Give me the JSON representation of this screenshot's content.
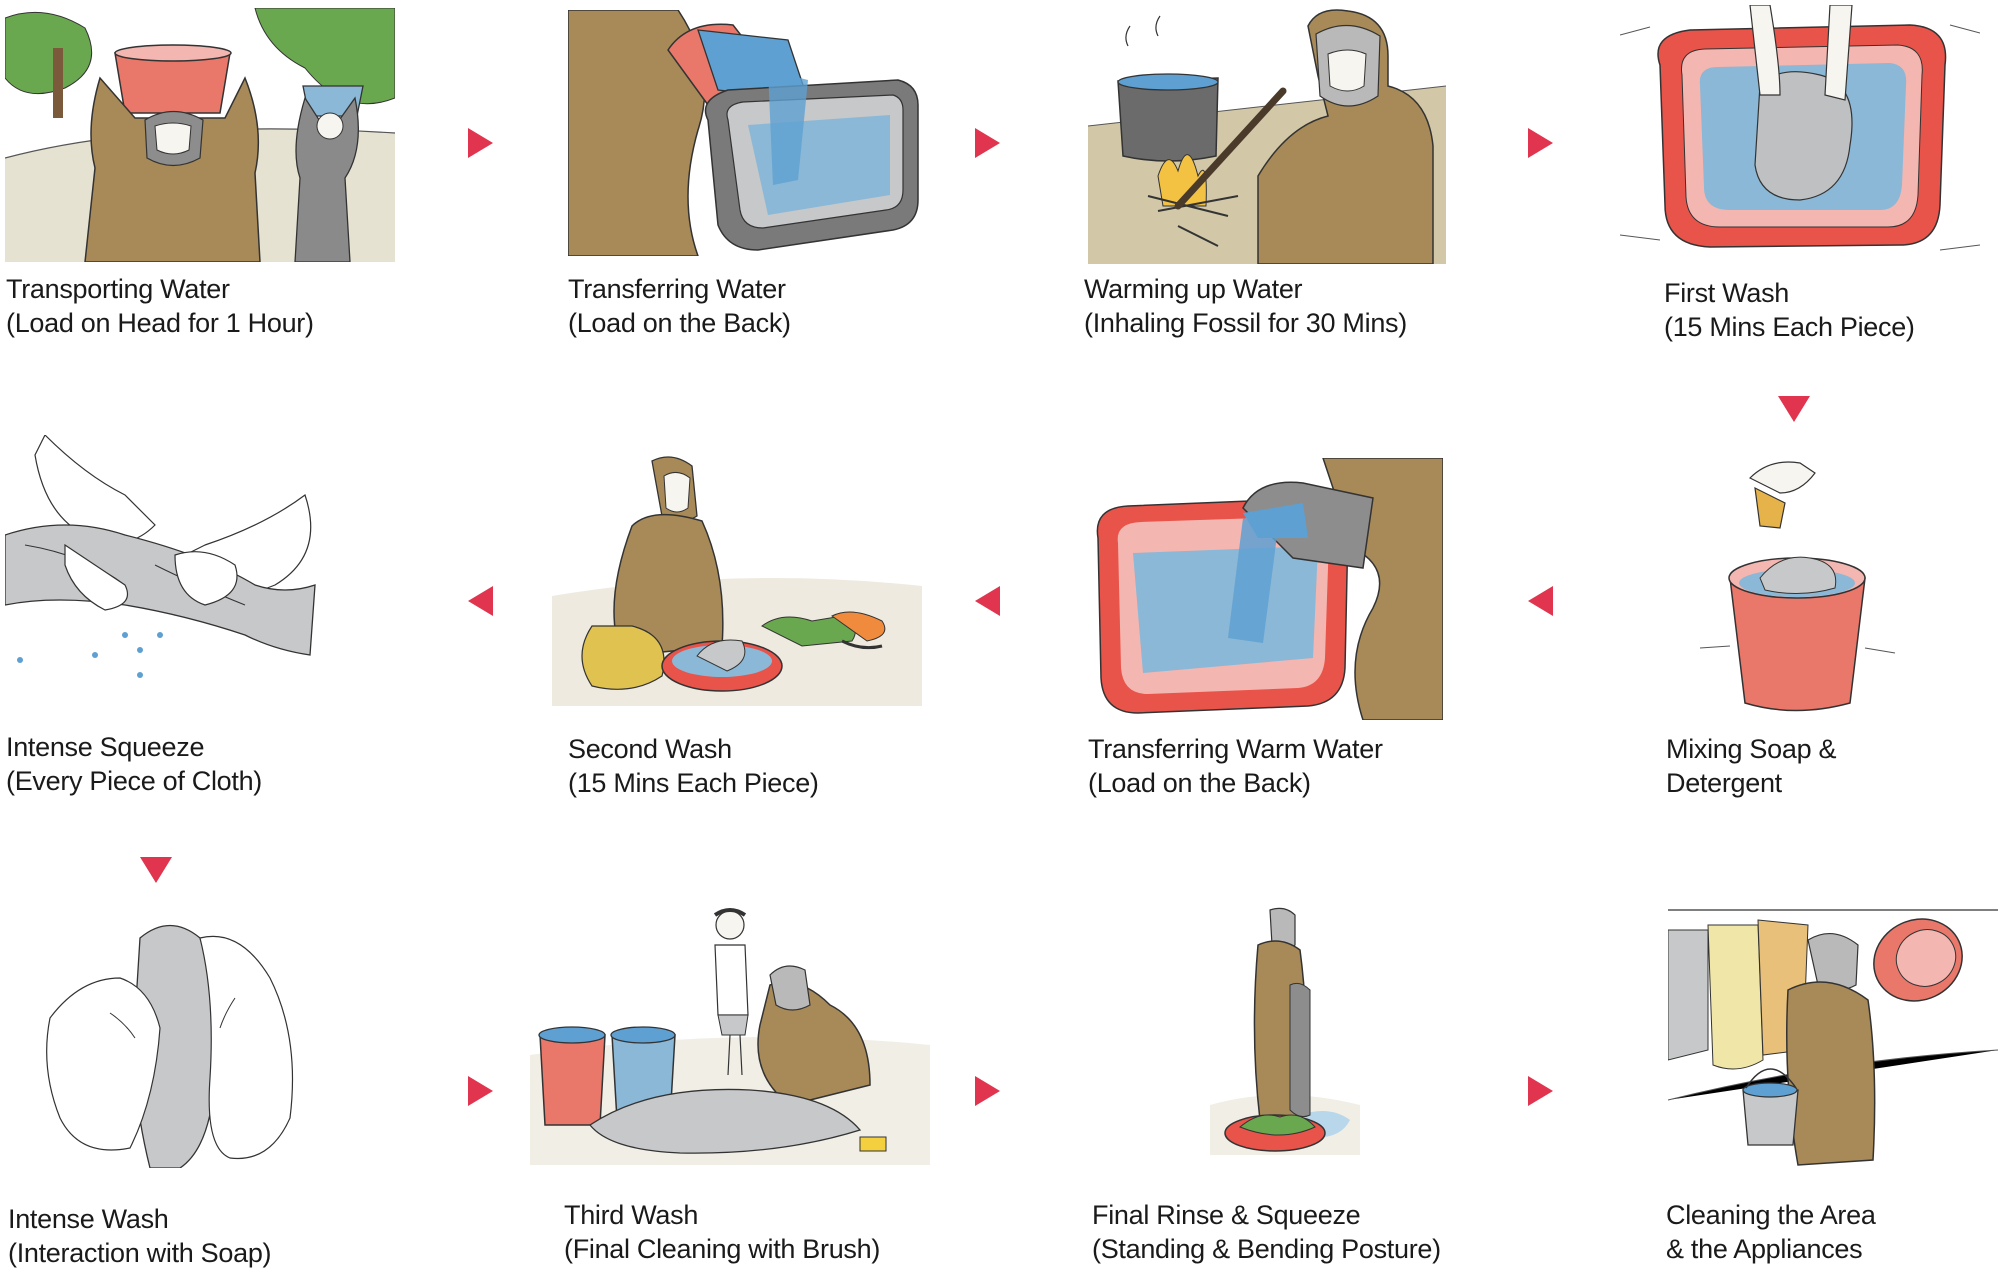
{
  "colors": {
    "arrow": "#e0344f",
    "skin": "#f7f5f0",
    "robe": "#a88a58",
    "robe_gray": "#8a8a8a",
    "basin_red": "#e9776a",
    "basin_pink": "#f4b6b0",
    "water": "#8ab8d6",
    "cloth": "#c7c8ca",
    "ground": "#d2c8a8",
    "tree": "#6aa84f"
  },
  "steps": [
    {
      "icon": "carrying-basins-on-head-icon",
      "line1": "Transporting Water",
      "line2": "(Load on Head for 1 Hour)"
    },
    {
      "icon": "pouring-water-into-tub-icon",
      "line1": "Transferring Water",
      "line2": "(Load on the Back)"
    },
    {
      "icon": "heating-pot-on-fire-icon",
      "line1": "Warming up Water",
      "line2": "(Inhaling Fossil for 30 Mins)"
    },
    {
      "icon": "washing-in-basin-icon",
      "line1": "First Wash",
      "line2": "(15 Mins Each Piece)"
    },
    {
      "icon": "pouring-detergent-into-bucket-icon",
      "line1": "Mixing Soap &",
      "line2": "Detergent"
    },
    {
      "icon": "pouring-warm-water-into-tub-icon",
      "line1": "Transferring Warm Water",
      "line2": "(Load on the Back)"
    },
    {
      "icon": "woman-washing-on-ground-icon",
      "line1": "Second Wash",
      "line2": "(15 Mins Each Piece)"
    },
    {
      "icon": "hands-squeezing-cloth-icon",
      "line1": "Intense Squeeze",
      "line2": "(Every Piece of Cloth)"
    },
    {
      "icon": "hands-rubbing-cloth-icon",
      "line1": "Intense Wash",
      "line2": "(Interaction with Soap)"
    },
    {
      "icon": "scrubbing-cloth-with-brush-icon",
      "line1": "Third Wash",
      "line2": "(Final Cleaning with Brush)"
    },
    {
      "icon": "standing-woman-squeezing-icon",
      "line1": "Final Rinse & Squeeze",
      "line2": "(Standing & Bending Posture)"
    },
    {
      "icon": "woman-carrying-bucket-and-basin-icon",
      "line1": "Cleaning the Area",
      "line2": "& the Appliances"
    }
  ]
}
